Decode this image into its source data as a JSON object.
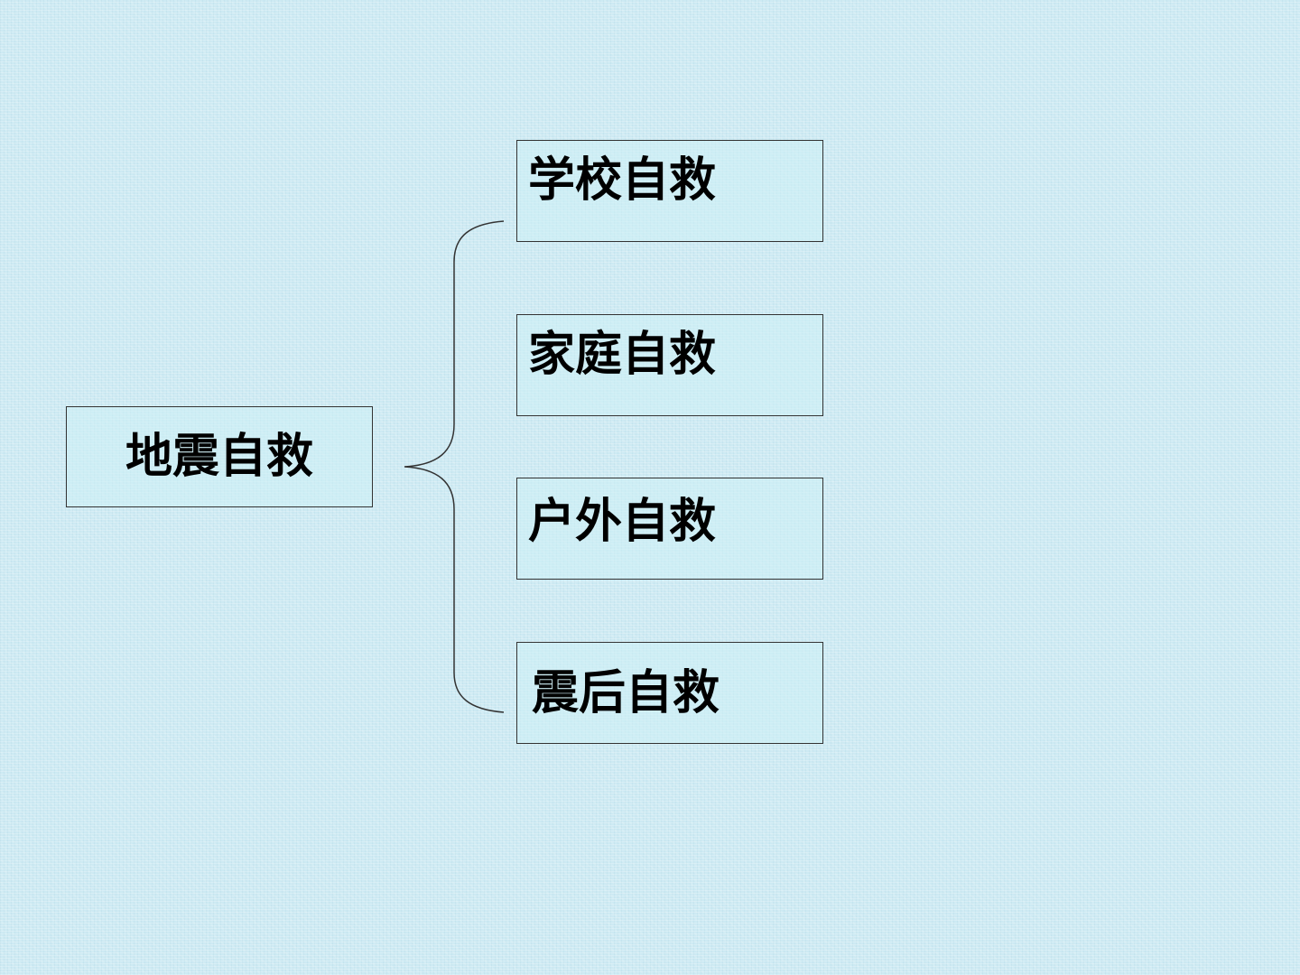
{
  "diagram": {
    "type": "bracket-tree",
    "root": {
      "label": "地震自救"
    },
    "children": [
      {
        "label": "学校自救"
      },
      {
        "label": "家庭自救"
      },
      {
        "label": "户外自救"
      },
      {
        "label": "震后自救"
      }
    ],
    "colors": {
      "background": "#cdeaf3",
      "box_border": "#333333",
      "bracket": "#333333",
      "text": "#000000"
    }
  }
}
